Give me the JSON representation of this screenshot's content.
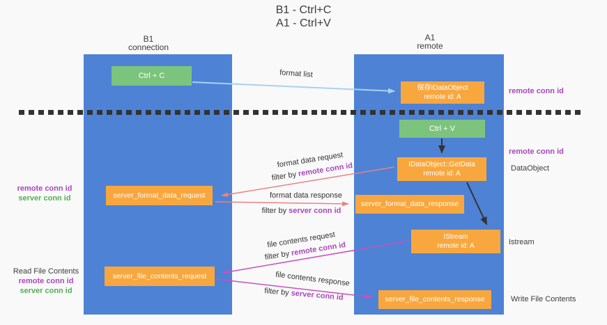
{
  "title": {
    "line1": "B1 - Ctrl+C",
    "line2": "A1 - Ctrl+V"
  },
  "lifelines": {
    "left": {
      "name": "B1",
      "role": "connection"
    },
    "right": {
      "name": "A1",
      "role": "remote"
    }
  },
  "nodes": {
    "ctrl_c": {
      "label": "Ctrl + C"
    },
    "save_dataobject": {
      "line1": "保存IDataObject",
      "line2": "remote id: A"
    },
    "ctrl_v": {
      "label": "Ctrl + V"
    },
    "getdata": {
      "line1": "IDataObject::GetData",
      "line2": "remote id: A"
    },
    "format_request": {
      "label": "server_format_data_request"
    },
    "format_response": {
      "label": "server_format_data_response"
    },
    "istream": {
      "line1": "IStream",
      "line2": "remote id: A"
    },
    "file_request": {
      "label": "server_file_contents_request"
    },
    "file_response": {
      "label": "server_file_contents_response"
    }
  },
  "edge_labels": {
    "format_list": "format list",
    "format_data_request": "format data request",
    "format_data_request_filter": {
      "prefix": "filter by ",
      "key": "remote conn id"
    },
    "format_data_response": "format data response",
    "format_data_response_filter": {
      "prefix": "filter by ",
      "key": "server conn id"
    },
    "file_contents_request": "file contents request",
    "file_contents_request_filter": {
      "prefix": "filter by ",
      "key": "remote conn id"
    },
    "file_contents_response": "file contents response",
    "file_contents_response_filter": {
      "prefix": "filter by ",
      "key": "server conn id"
    }
  },
  "side_labels": {
    "right_remote_conn_top": "remote conn id",
    "right_remote_conn_mid": "remote conn id",
    "right_dataobject": "DataObject",
    "right_istream": "Istream",
    "right_write_file_contents": "Write File Contents",
    "left_remote_conn_mid": "remote conn id",
    "left_server_conn_mid": "server conn id",
    "left_read_file_contents": "Read File Contents",
    "left_remote_conn_bottom": "remote conn id",
    "left_server_conn_bottom": "server conn id"
  },
  "colors": {
    "lifeline_blue": "#4e82d5",
    "node_orange": "#f8a73e",
    "node_green": "#7cc47e",
    "text_purple": "#ab47bc",
    "text_green": "#53ae53",
    "arrow_blue": "#a6d2f0",
    "arrow_salmon": "#e98383",
    "arrow_magenta": "#c94fc0",
    "arrow_black": "#333333",
    "dash_color": "#333333",
    "background": "#f9f9f9"
  }
}
